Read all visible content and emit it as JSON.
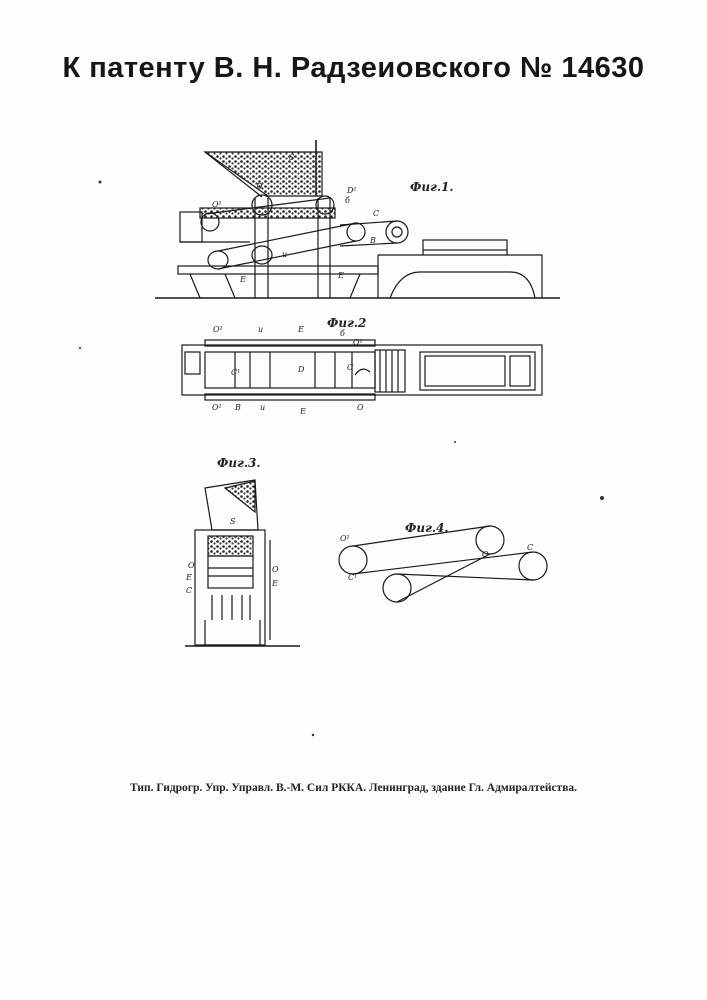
{
  "title": "К патенту В. Н. Радзеиовского № 14630",
  "figures": {
    "fig1": "Фиг.1.",
    "fig2": "Фиг.2",
    "fig3": "Фиг.3.",
    "fig4": "Фиг.4."
  },
  "footer": "Тип. Гидрогр. Упр. Управл. В.-М. Сил РККА. Ленинград, здание Гл. Адмиралтейства.",
  "fig1_labels": {
    "s": "S",
    "d": "D",
    "d1": "D¹",
    "b": "б",
    "o1": "O¹",
    "c": "C",
    "b2": "B",
    "u": "u",
    "e1": "E",
    "e2": "E"
  },
  "fig2_labels": {
    "o1a": "O¹",
    "u": "u",
    "e": "E",
    "b": "б",
    "o1b": "O¹",
    "c1": "C¹",
    "d": "D",
    "c": "C",
    "o1c": "O¹",
    "B": "B",
    "u2": "u",
    "e2": "E",
    "o": "O"
  },
  "fig3_labels": {
    "s": "S",
    "o1": "O",
    "o2": "O",
    "e1": "E",
    "e2": "E",
    "c": "C"
  },
  "fig4_labels": {
    "o1": "O¹",
    "c1": "C¹",
    "o": "O",
    "c": "C"
  }
}
